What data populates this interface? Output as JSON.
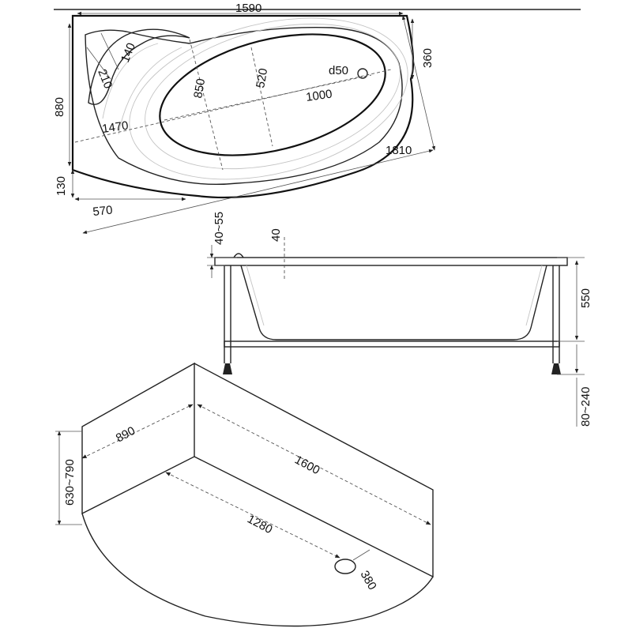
{
  "top_view": {
    "width": "1590",
    "depth": "880",
    "corner_offset": "360",
    "diagonal": "1810",
    "inner_length": "1470",
    "seat_a": "140",
    "seat_b": "210",
    "bowl_width": "850",
    "bowl_center_width": "520",
    "bowl_length": "1000",
    "drain": "d50",
    "end_height": "130",
    "end_width": "570"
  },
  "side_view": {
    "rim_height": "40~55",
    "rim_thickness": "40",
    "height": "550",
    "leg_height": "80~240"
  },
  "panel_view": {
    "side_length": "890",
    "long_length": "1600",
    "panel_height": "630~790",
    "floor_length": "1280",
    "hole": "380"
  }
}
